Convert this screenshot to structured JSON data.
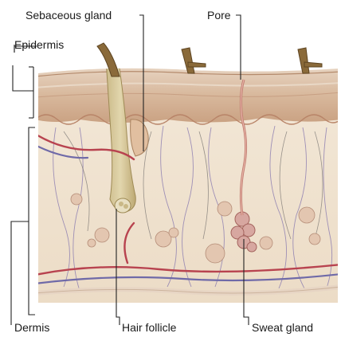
{
  "labels": {
    "sebaceous_gland": "Sebaceous gland",
    "pore": "Pore",
    "epidermis": "Epidermis",
    "dermis": "Dermis",
    "hair_follicle": "Hair follicle",
    "sweat_gland": "Sweat gland"
  },
  "colors": {
    "background": "#ffffff",
    "epidermis": "#d9b99b",
    "dermis": "#f1e5d3",
    "hair_follicle": "#d6c79b",
    "hair": "#8a6a3a",
    "artery": "#b8434f",
    "vein": "#6f6aa8",
    "nerve": "#e7e2c4",
    "leader_line": "#222222"
  }
}
